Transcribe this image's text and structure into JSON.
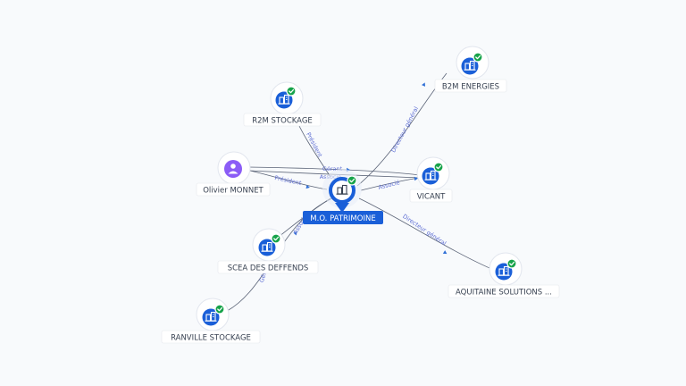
{
  "center": {
    "label": "M.O. PATRIMOINE",
    "icon": "building-icon"
  },
  "nodes": [
    {
      "id": "r2m",
      "label": "R2M STOCKAGE",
      "type": "company",
      "verified": true
    },
    {
      "id": "b2m",
      "label": "B2M ENERGIES",
      "type": "company",
      "verified": true
    },
    {
      "id": "monnet",
      "label": "Olivier MONNET",
      "type": "person",
      "verified": false
    },
    {
      "id": "vicant",
      "label": "VICANT",
      "type": "company",
      "verified": true
    },
    {
      "id": "scea",
      "label": "SCEA DES DEFFENDS",
      "type": "company",
      "verified": true
    },
    {
      "id": "aquitaine",
      "label": "AQUITAINE SOLUTIONS ...",
      "type": "company",
      "verified": true
    },
    {
      "id": "ranville",
      "label": "RANVILLE STOCKAGE",
      "type": "company",
      "verified": true
    }
  ],
  "edges": [
    {
      "id": "e-r2m",
      "label": "Président"
    },
    {
      "id": "e-b2m",
      "label": "Directeur général"
    },
    {
      "id": "e-monnet-center",
      "label": "Président"
    },
    {
      "id": "e-monnet-vicant",
      "label": "Gérant"
    },
    {
      "id": "e-monnet-vicant-2",
      "label": "Associé"
    },
    {
      "id": "e-vicant",
      "label": "Associé"
    },
    {
      "id": "e-aquitaine",
      "label": "Directeur général"
    },
    {
      "id": "e-scea",
      "label": "Associé"
    },
    {
      "id": "e-ranville",
      "label": "Gérant"
    }
  ],
  "colors": {
    "company": "#1a5fd8",
    "person": "#8b5cf6",
    "verified": "#17a34a",
    "edge": "#5b6477",
    "edge_label": "#5f6fd4",
    "center_label_bg": "#1a5fd8"
  }
}
